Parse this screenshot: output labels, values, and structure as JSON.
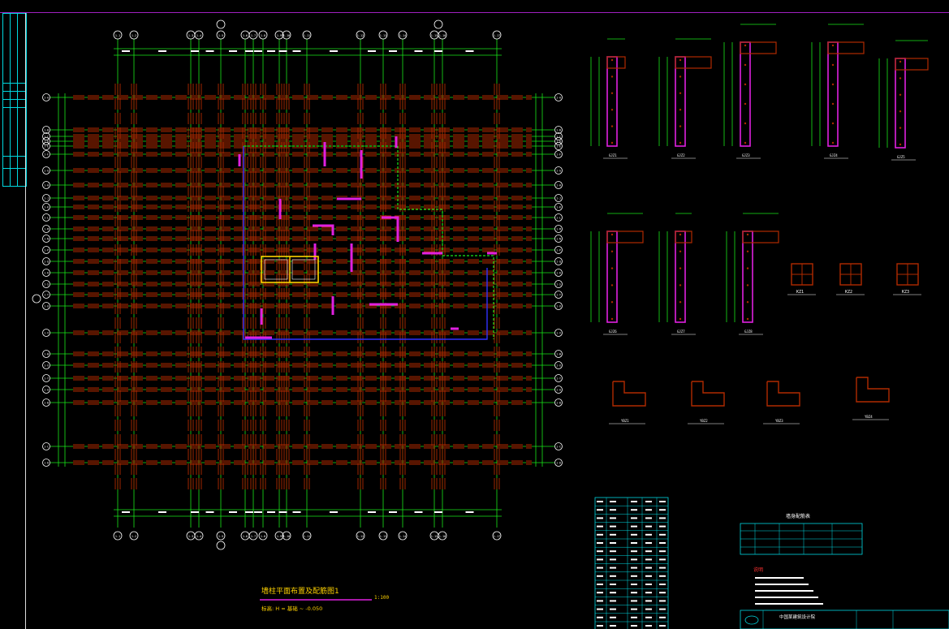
{
  "drawing": {
    "plan_title": "墙柱平面布置及配筋图1",
    "plan_scale": "1:100",
    "plan_subtitle": "标高: H = 基础 ~ -0.050",
    "top_grid_labels": [
      "1-1",
      "1-2",
      "1-3",
      "1-4",
      "1-5",
      "1-6",
      "1-7",
      "1-8",
      "1-9",
      "1-10",
      "1-11",
      "1-12",
      "1-13",
      "1-14",
      "1-15",
      "1-16",
      "1-17",
      "1-18"
    ],
    "left_grid_labels": [
      "1-A",
      "1-B",
      "1-C",
      "1-D",
      "1-E",
      "1-F",
      "1-G",
      "1-H",
      "1-J",
      "1-K",
      "1-L",
      "1-M",
      "1-N",
      "1-P",
      "1-Q",
      "1-R",
      "1-S",
      "1-T",
      "1-U",
      "1-V",
      "1-W",
      "1-X",
      "1-Y"
    ],
    "column_sections_row1": [
      "GJZ1",
      "GJZ2",
      "GJZ3",
      "GJZ4",
      "GJZ5"
    ],
    "column_sections_row2": [
      "GJZ6",
      "GJZ7",
      "GJZ8"
    ],
    "kz_labels": [
      "KZ1",
      "KZ2",
      "KZ3"
    ],
    "ybz_labels": [
      "YBZ1",
      "YBZ2",
      "YBZ3",
      "YBZ4"
    ],
    "notes_title": "说明",
    "table_title": "墙身配筋表",
    "company": "中国某建筑设计院"
  },
  "colors": {
    "grid_green": "#19e619",
    "rebar_red": "#b02a00",
    "wall_magenta": "#e020e0",
    "wall_blue": "#3030ff",
    "dim_white": "#ffffff",
    "cyan": "#00d8e0",
    "yellow": "#ffd200",
    "top_border": "#a020c0"
  }
}
